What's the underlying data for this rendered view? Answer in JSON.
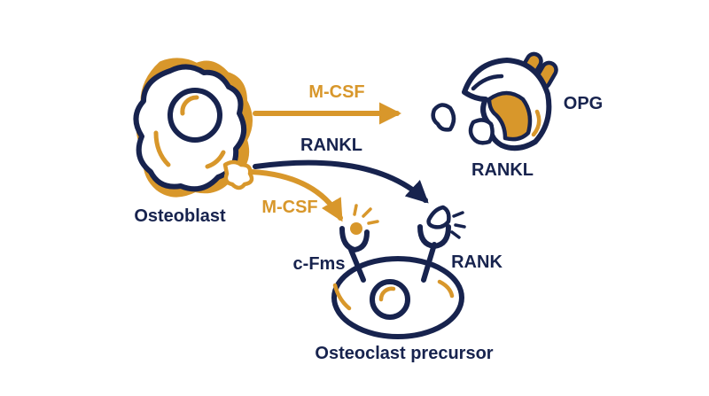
{
  "colors": {
    "navy": "#17234E",
    "gold": "#D8972B",
    "white": "#FFFFFF"
  },
  "labels": {
    "osteoblast": "Osteoblast",
    "mcsf_top": "M-CSF",
    "rankl_arrow": "RANKL",
    "opg": "OPG",
    "rankl_complex": "RANKL",
    "mcsf_lower": "M-CSF",
    "cfms": "c-Fms",
    "rank": "RANK",
    "osteoclast_precursor": "Osteoclast precursor"
  },
  "icons": [
    "osteoblast-cell-icon",
    "opg-rankl-complex-icon",
    "osteoclast-precursor-cell-icon",
    "cfms-receptor-icon",
    "rank-receptor-icon"
  ]
}
